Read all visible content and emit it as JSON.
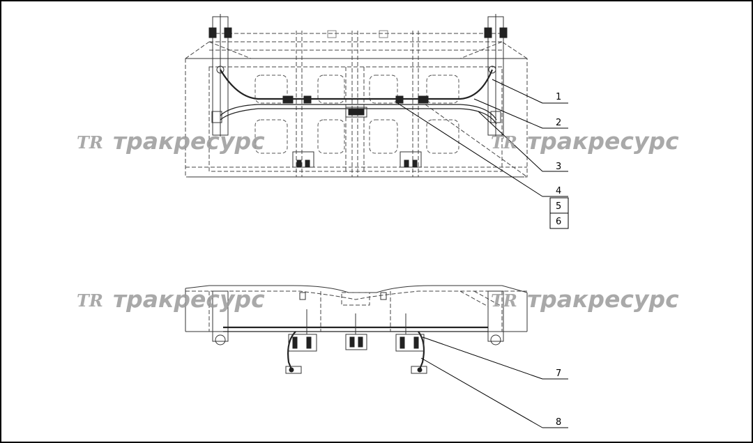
{
  "callouts": [
    "1",
    "2",
    "3",
    "4",
    "5",
    "6",
    "7",
    "8"
  ],
  "watermark": {
    "logo": "TR",
    "text": "тракресурс"
  }
}
